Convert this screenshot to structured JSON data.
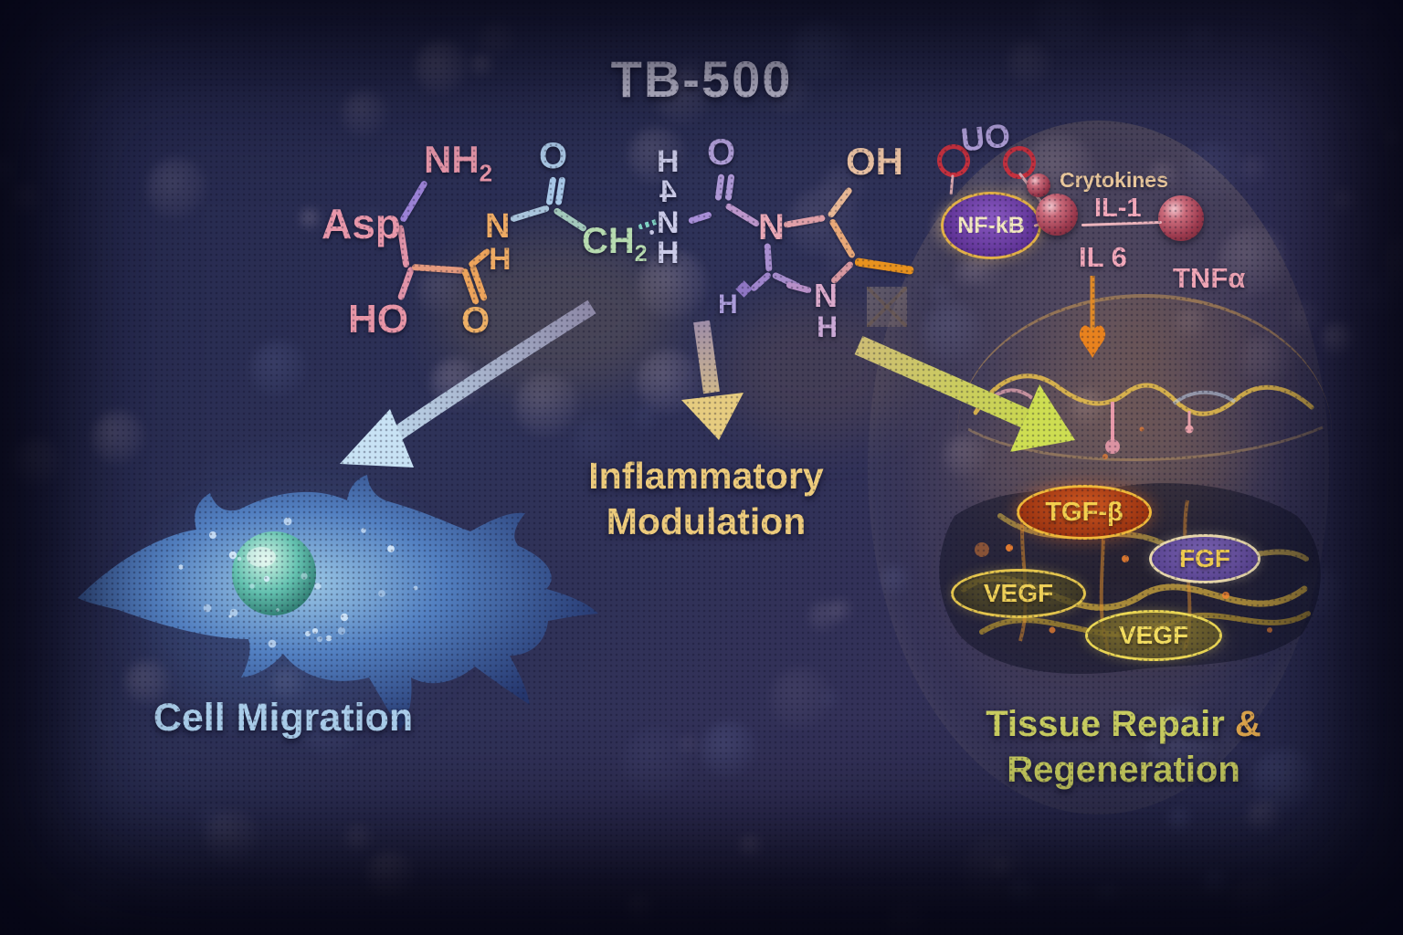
{
  "title": "TB-500",
  "molecule": {
    "asp": "Asp",
    "nh2_main": "NH",
    "nh2_sub": "2",
    "ho": "HO",
    "o_carbonyl_left": "O",
    "n_amide_left": "N",
    "h_amide_left": "H",
    "o_carbonyl_mid": "O",
    "ch2_main": "CH",
    "ch2_sub": "2",
    "backbone_stack": [
      "H",
      "4",
      "N",
      "H"
    ],
    "o_carbonyl_right": "O",
    "n_ring_top": "N",
    "h_ring_left": "H",
    "oh": "OH",
    "n_ring_bottom": "N",
    "h_ring_bottom": "H"
  },
  "signaling": {
    "squiggle_text": "UO",
    "nfkb": "NF-kB",
    "cytokines": "Crytokines",
    "il1": "IL-1",
    "il6": "IL 6",
    "tnfa": "TNFα"
  },
  "growth_factors": [
    {
      "label": "TGF-β",
      "fill": "#b0401c",
      "border": "#efb83a"
    },
    {
      "label": "FGF",
      "fill": "#6b55a2",
      "border": "#e7d7aa"
    },
    {
      "label": "VEGF",
      "fill": "#5f5628",
      "border": "#e4c54d"
    },
    {
      "label": "VEGF",
      "fill": "#897a34",
      "border": "#ead654"
    }
  ],
  "pathways": {
    "cell_migration": {
      "label": "Cell Migration",
      "color": "#a9cce9"
    },
    "inflammatory": {
      "line1": "Inflammatory",
      "line2": "Modulation",
      "color": "#edcb7c"
    },
    "tissue_repair": {
      "line1": "Tissue Repair",
      "amp": "&",
      "line2": "Regeneration",
      "color": "#c8cc60"
    }
  },
  "colors": {
    "background": "#2c3054",
    "title": "#dcd9ee",
    "arrow_left": "#c6e0f2",
    "arrow_middle": "#e6cc80",
    "arrow_right": "#c6da4e",
    "cytokine_sphere": "#a84856",
    "nfkb_fill": "#6a3fa8",
    "nfkb_border": "#e2b148"
  }
}
